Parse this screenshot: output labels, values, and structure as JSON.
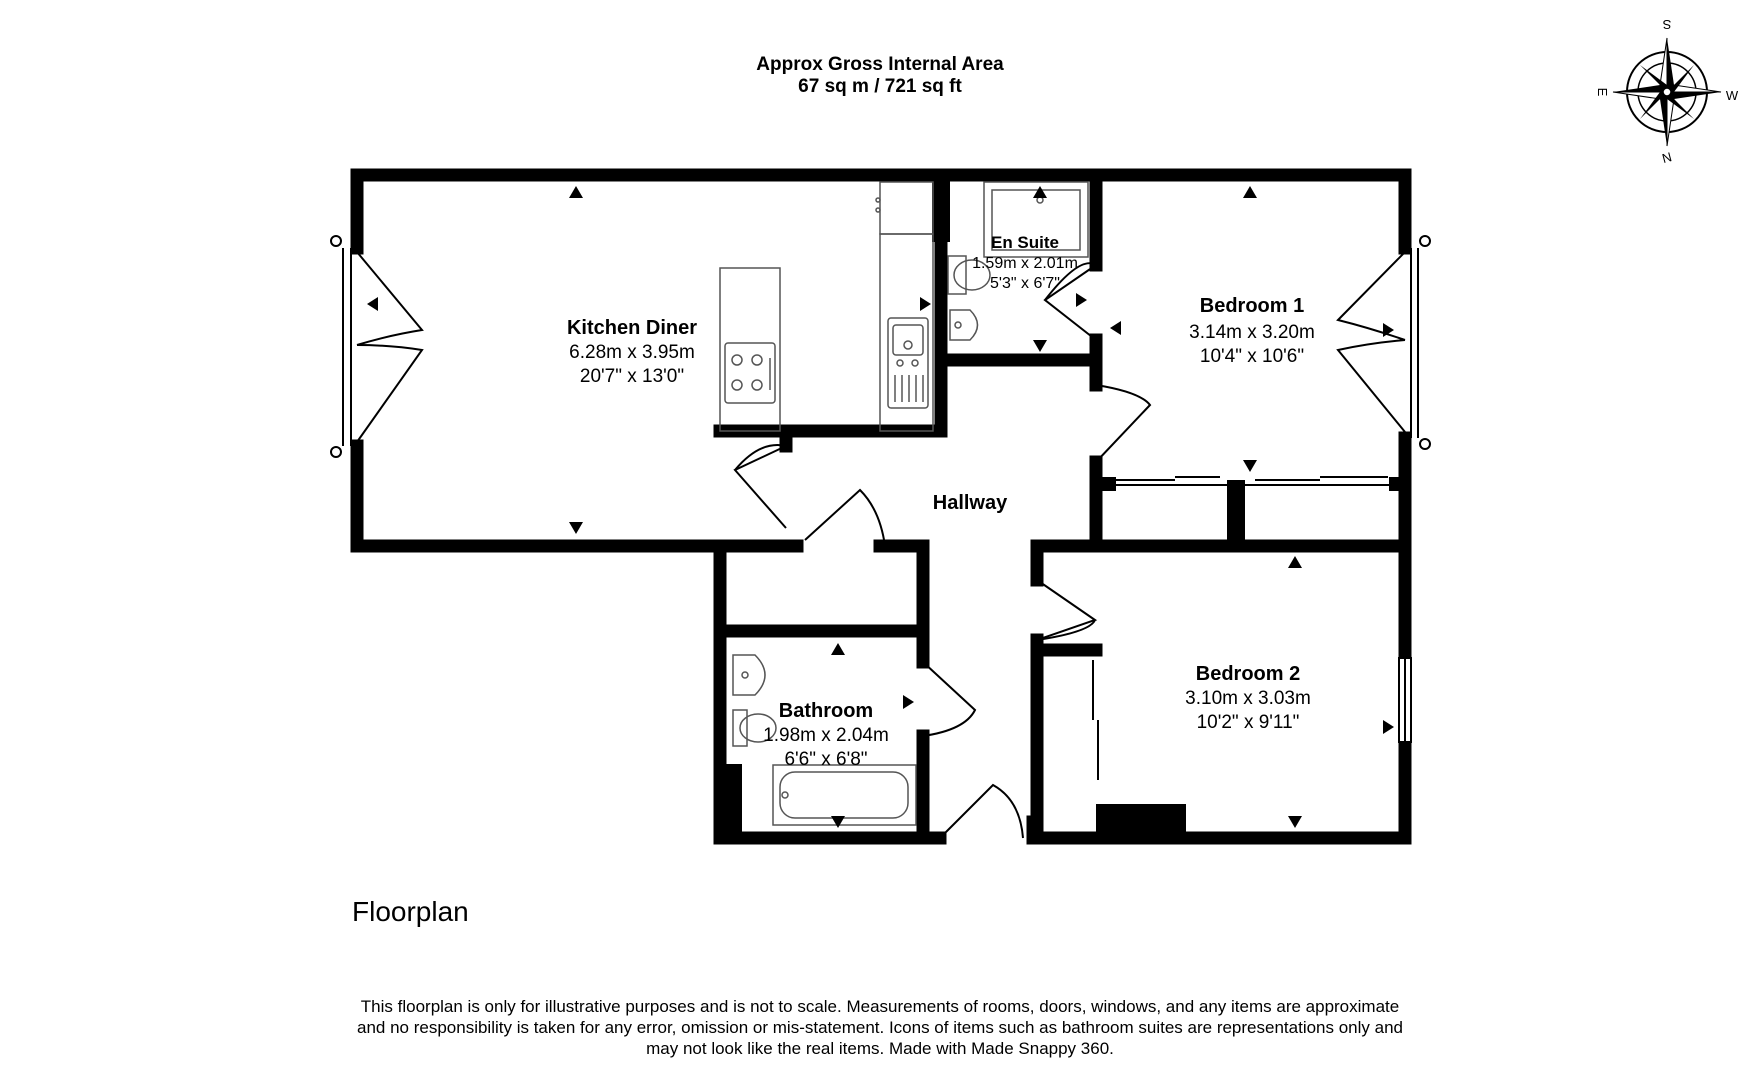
{
  "header": {
    "line1": "Approx Gross Internal Area",
    "line2": "67 sq m / 721 sq ft"
  },
  "compass": {
    "n": "N",
    "s": "S",
    "e": "E",
    "w": "W"
  },
  "rooms": {
    "kitchen": {
      "name": "Kitchen Diner",
      "metric": "6.28m x 3.95m",
      "imperial": "20'7\" x 13'0\""
    },
    "ensuite": {
      "name": "En Suite",
      "metric": "1.59m x 2.01m",
      "imperial": "5'3\" x 6'7\""
    },
    "bedroom1": {
      "name": "Bedroom 1",
      "metric": "3.14m x 3.20m",
      "imperial": "10'4\" x 10'6\""
    },
    "hallway": {
      "name": "Hallway"
    },
    "bathroom": {
      "name": "Bathroom",
      "metric": "1.98m x 2.04m",
      "imperial": "6'6\" x 6'8\""
    },
    "bedroom2": {
      "name": "Bedroom 2",
      "metric": "3.10m x 3.03m",
      "imperial": "10'2\" x 9'11\""
    }
  },
  "plan_label": "Floorplan",
  "disclaimer": {
    "line1": "This floorplan is only for illustrative purposes and is not to scale. Measurements of rooms, doors, windows, and any items are approximate",
    "line2": "and no responsibility is taken for any error, omission or mis-statement. Icons of items such as bathroom suites are representations only and",
    "line3": "may not look like the real items. Made with Made Snappy 360."
  }
}
